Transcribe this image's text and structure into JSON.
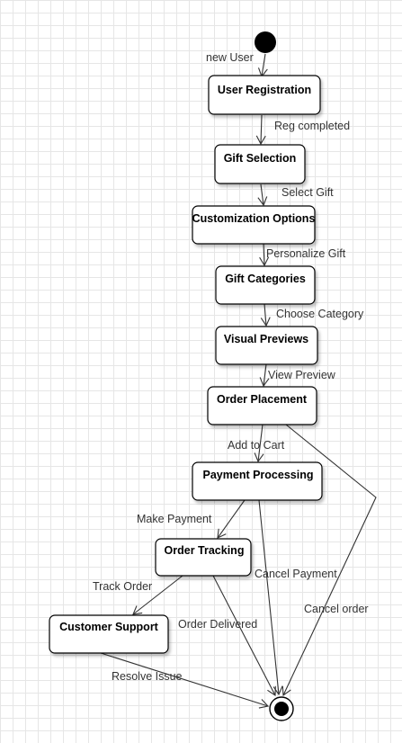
{
  "nodes": {
    "user_registration": "User Registration",
    "gift_selection": "Gift Selection",
    "customization_options": "Customization Options",
    "gift_categories": "Gift Categories",
    "visual_previews": "Visual Previews",
    "order_placement": "Order Placement",
    "payment_processing": "Payment Processing",
    "order_tracking": "Order Tracking",
    "customer_support": "Customer Support"
  },
  "edges": {
    "new_user": "new User",
    "reg_completed": "Reg completed",
    "select_gift": "Select Gift",
    "personalize_gift": "Personalize Gift",
    "choose_category": "Choose Category",
    "view_preview": "View Preview",
    "add_to_cart": "Add to Cart",
    "make_payment": "Make Payment",
    "track_order": "Track Order",
    "order_delivered": "Order Delivered",
    "cancel_payment": "Cancel Payment",
    "cancel_order": "Cancel order",
    "resolve_issue": "Resolve Issue"
  }
}
